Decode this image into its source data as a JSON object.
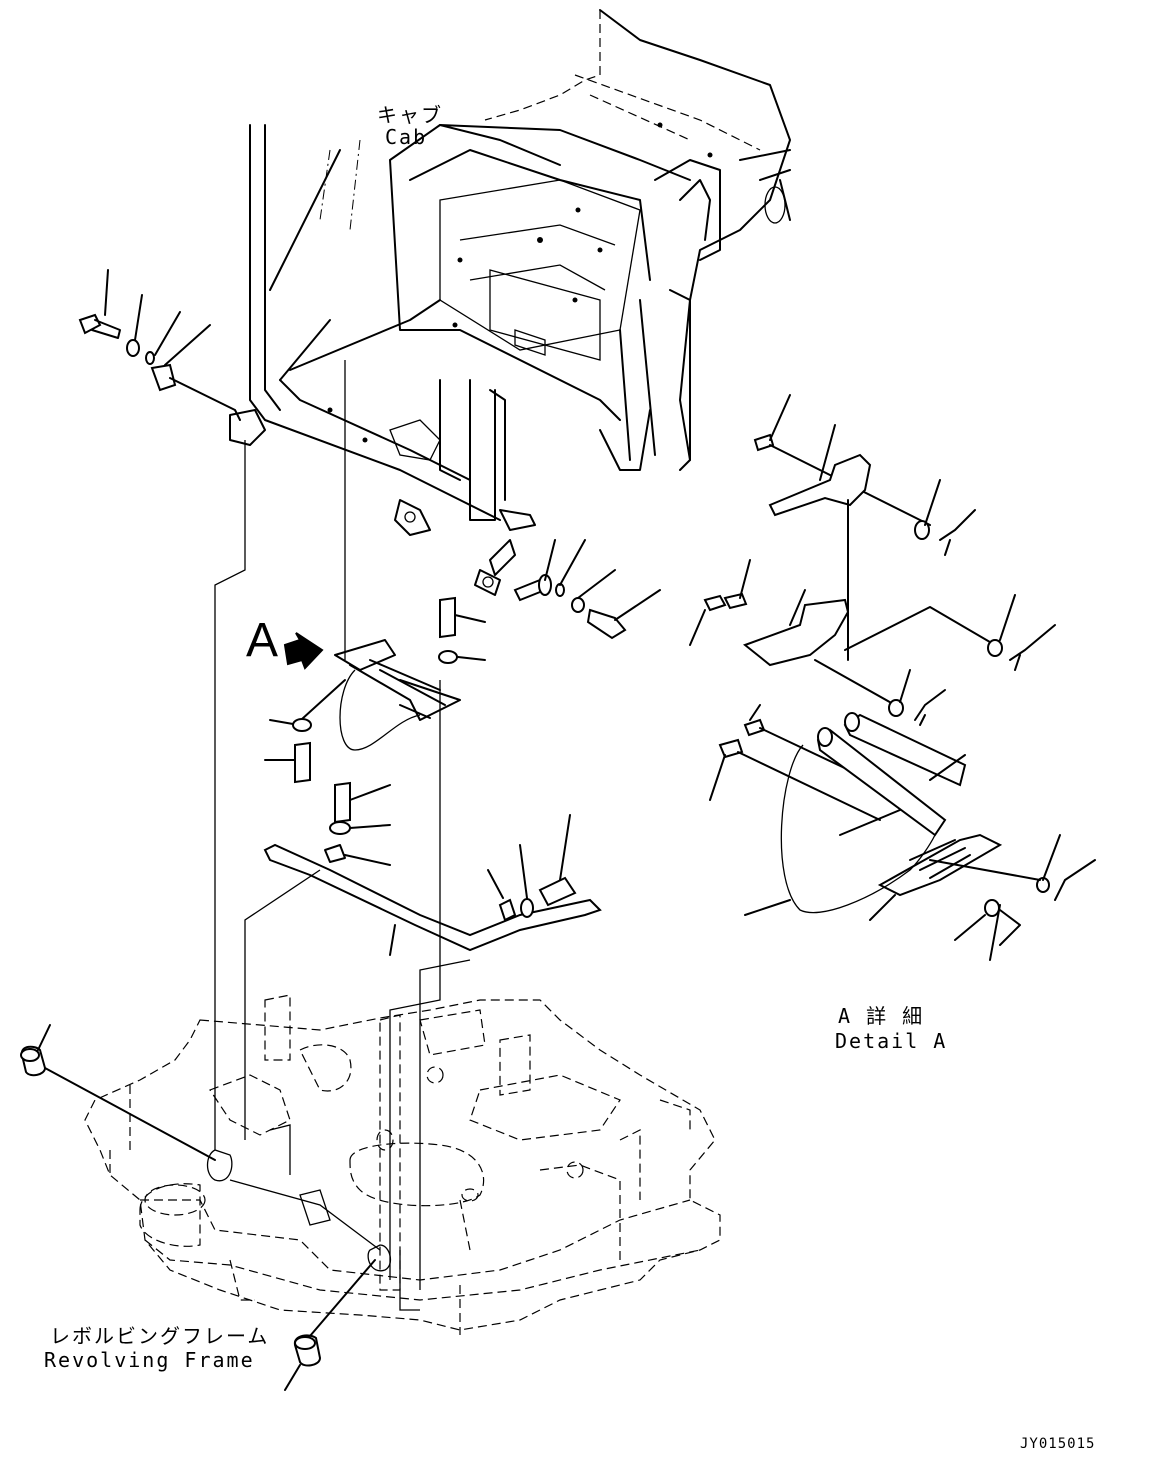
{
  "labels": {
    "cab_jp": "キャブ",
    "cab_en": "Cab",
    "pointer_a": "A",
    "detail_jp": "A 詳 細",
    "detail_en": "Detail A",
    "frame_jp": "レボルビングフレーム",
    "frame_en": "Revolving Frame",
    "drawing_no": "JY015015"
  }
}
